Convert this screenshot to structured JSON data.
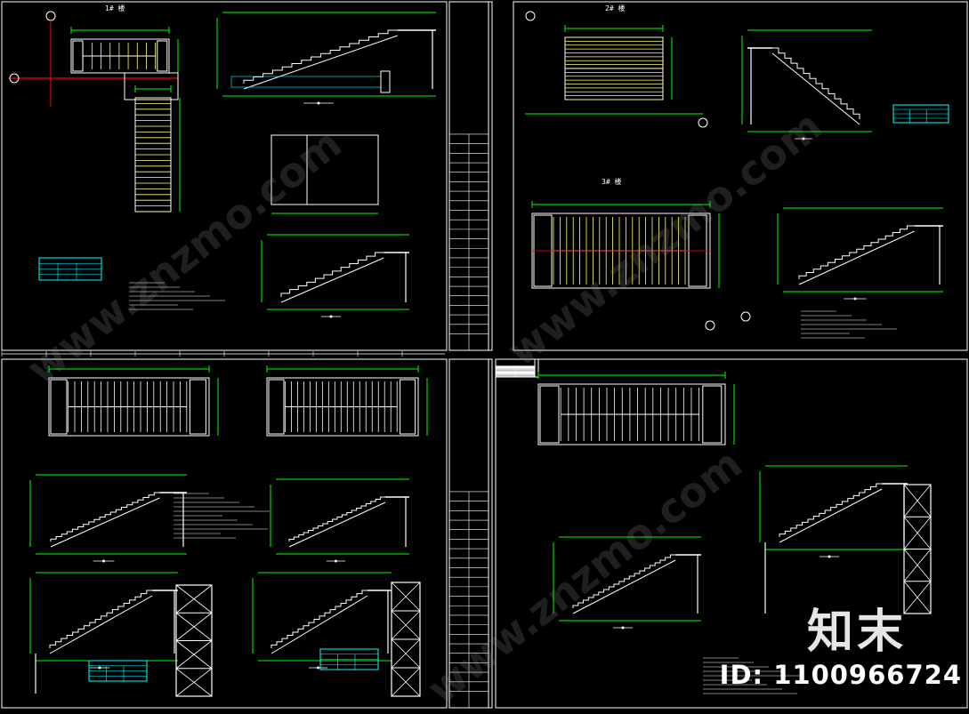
{
  "colors": {
    "background": "#000000",
    "frame": "#ffffff",
    "outline": "#ffffff",
    "dimension": "#00ff00",
    "tread": "#ffff66",
    "tread_alt": "#ffff99",
    "axis": "#ff0000",
    "magenta": "#ff00ff",
    "cyan_table": "#00ffff"
  },
  "sheets": [
    {
      "key": "top-left",
      "stair_label": "1# 楼"
    },
    {
      "key": "top-right",
      "stair_label_a": "2# 楼",
      "stair_label_b": "3# 楼"
    },
    {
      "key": "bottom-left"
    },
    {
      "key": "bottom-right"
    }
  ],
  "watermark": {
    "logo_text": "知末",
    "id_text": "ID: 1100966724",
    "diagonal_text": "www.znzmo.com"
  }
}
